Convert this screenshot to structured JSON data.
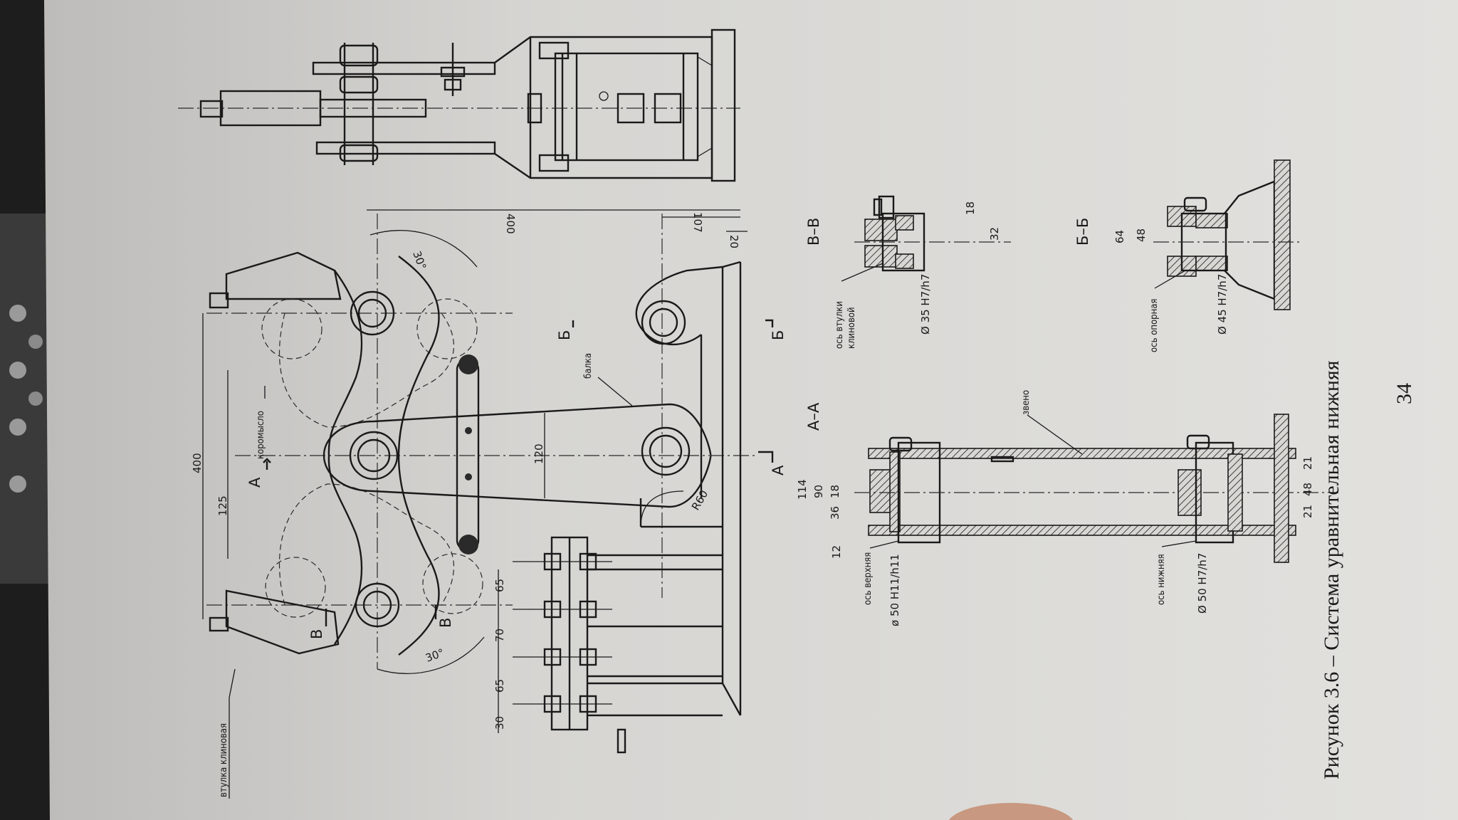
{
  "document": {
    "caption": "Рисунок 3.6 – Система уравнительная нижняя",
    "page_number": "34",
    "labels": {
      "bushing_wedge": "втулка клиновая",
      "rocker": "коромысло",
      "beam": "балка",
      "link": "звено",
      "axle_upper": "ось верхняя",
      "axle_lower": "ось нижняя",
      "axle_bushing_1": "ось втулки",
      "axle_bushing_2": "клиновой",
      "axle_support": "ось опорная"
    },
    "sections": {
      "aa": "А–А",
      "bb": "Б–Б",
      "vv": "В–В",
      "a": "А",
      "b": "Б",
      "v": "В"
    },
    "dimensions": {
      "d400_top": "400",
      "d125": "125",
      "d120": "120",
      "d400_right": "400",
      "d107": "107",
      "d20": "20",
      "a30_top": "30°",
      "a30_left": "30°",
      "r60": "R60",
      "d65a": "65",
      "d70": "70",
      "d65b": "65",
      "d30": "30",
      "d114": "114",
      "d90": "90",
      "d36": "36",
      "d18a": "18",
      "d12": "12",
      "d21a": "21",
      "d48a": "48",
      "d21b": "21",
      "d18b": "18",
      "d32": "32",
      "d64": "64",
      "d48b": "48",
      "phi50_upper": "ø 50 H11/h11",
      "phi50_lower": "Ø 50 H7/h7",
      "phi35": "Ø 35 H7/h7",
      "phi45": "Ø 45 H7/h7"
    }
  }
}
